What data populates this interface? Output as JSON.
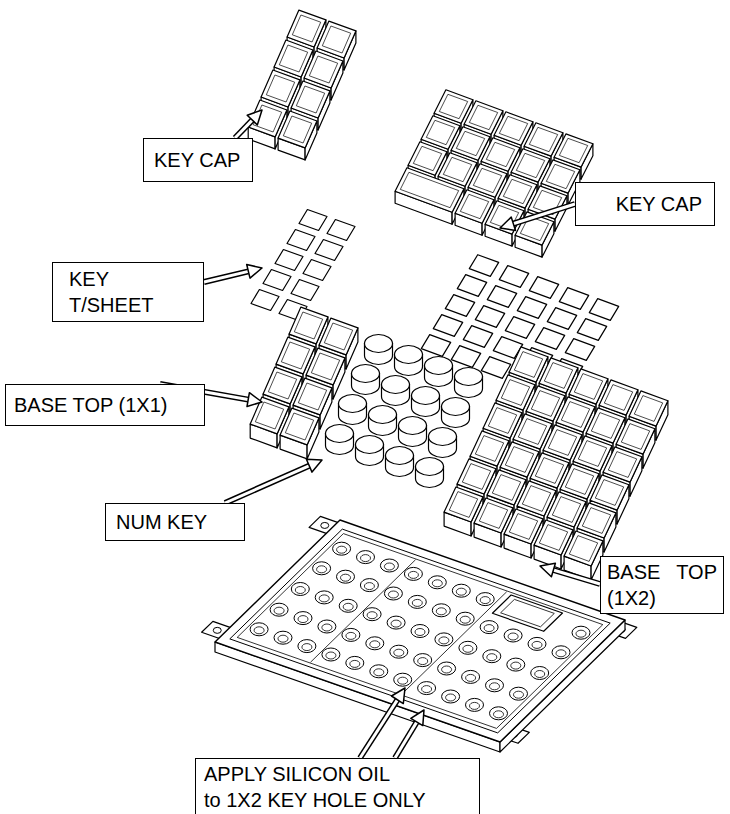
{
  "diagram": {
    "nodes": [
      {
        "text": [
          "KEY CAP"
        ]
      },
      {
        "text": [
          "KEY CAP"
        ]
      },
      {
        "text": [
          "KEY T/SHEET"
        ]
      },
      {
        "text": [
          "BASE TOP (1X1)"
        ]
      },
      {
        "text": [
          "NUM KEY"
        ]
      },
      {
        "text": [
          "BASE TOP (1X2)"
        ]
      },
      {
        "text": [
          "APPLY SILICON OIL to 1X2 KEY HOLE ONLY"
        ]
      }
    ]
  }
}
